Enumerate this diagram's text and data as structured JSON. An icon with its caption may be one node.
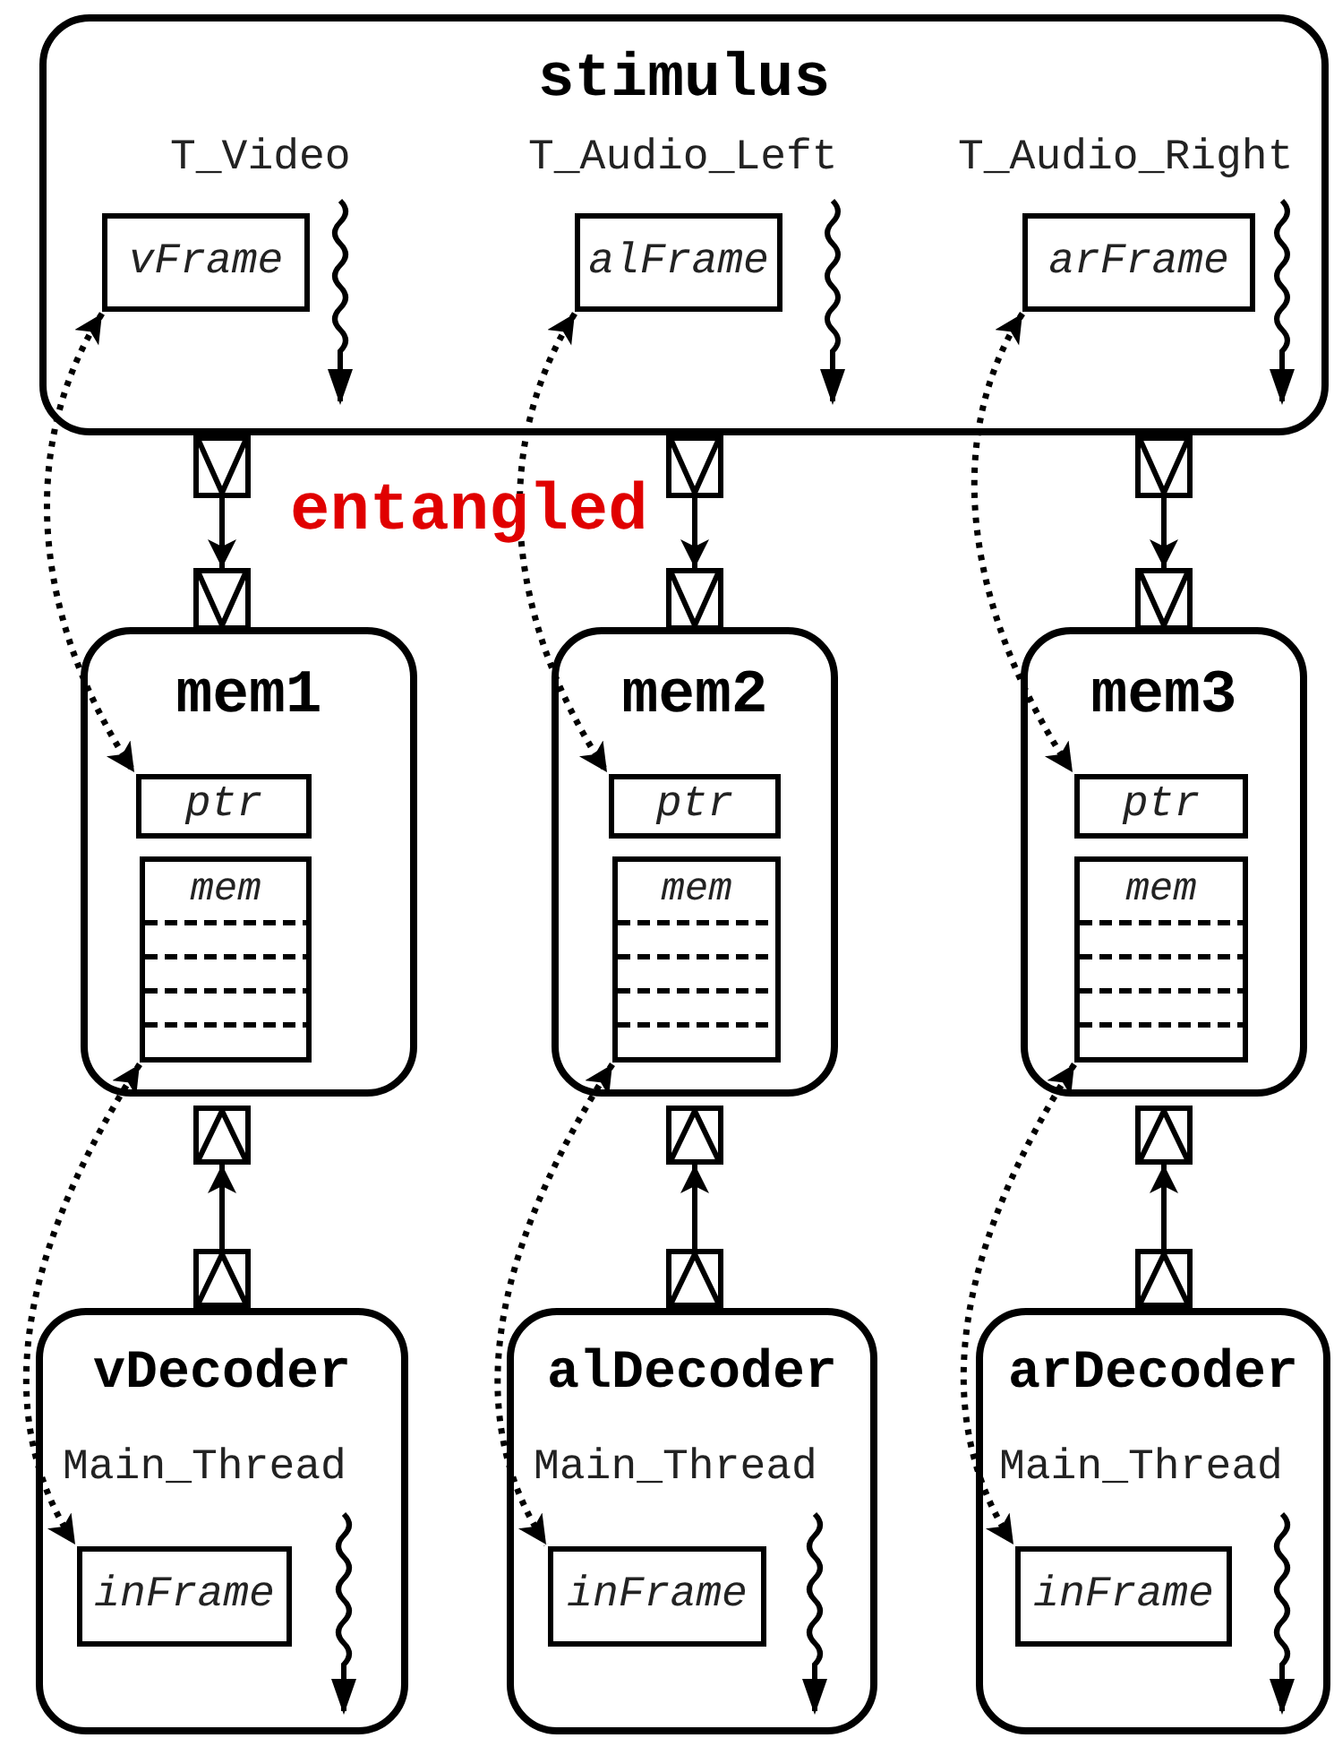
{
  "diagram": {
    "nodes": [
      {
        "text": [
          "stimulus"
        ]
      },
      {
        "text": [
          "vFrame"
        ],
        "in": 0,
        "beside": [
          "T_Video"
        ]
      },
      {
        "text": [
          "alFrame"
        ],
        "in": 0,
        "beside": [
          "T_Audio_Left"
        ]
      },
      {
        "text": [
          "arFrame"
        ],
        "in": 0,
        "beside": [
          "T_Audio_Right"
        ]
      },
      {
        "text": [
          "mem1"
        ]
      },
      {
        "text": [
          "ptr"
        ],
        "in": 4
      },
      {
        "text": [
          "mem"
        ],
        "in": 4
      },
      {
        "text": [
          "mem2"
        ]
      },
      {
        "text": [
          "ptr"
        ],
        "in": 7
      },
      {
        "text": [
          "mem"
        ],
        "in": 7
      },
      {
        "text": [
          "mem3"
        ]
      },
      {
        "text": [
          "ptr"
        ],
        "in": 10
      },
      {
        "text": [
          "mem"
        ],
        "in": 10
      },
      {
        "text": [
          "vDecoder"
        ]
      },
      {
        "text": [
          "inFrame"
        ],
        "in": 13,
        "beside": [
          "Main_Thread"
        ]
      },
      {
        "text": [
          "alDecoder"
        ]
      },
      {
        "text": [
          "inFrame"
        ],
        "in": 15,
        "beside": [
          "Main_Thread"
        ]
      },
      {
        "text": [
          "arDecoder"
        ]
      },
      {
        "text": [
          "inFrame"
        ],
        "in": 17,
        "beside": [
          "Main_Thread"
        ]
      },
      {
        "text": [],
        "shape": "box"
      },
      {
        "text": [],
        "shape": "box"
      },
      {
        "text": [],
        "shape": "box"
      },
      {
        "text": [],
        "shape": "box"
      },
      {
        "text": [],
        "shape": "box"
      },
      {
        "text": [],
        "shape": "box"
      },
      {
        "text": [],
        "shape": "box"
      },
      {
        "text": [],
        "shape": "box"
      },
      {
        "text": [],
        "shape": "box"
      },
      {
        "text": [],
        "shape": "box"
      },
      {
        "text": [],
        "shape": "box"
      },
      {
        "text": [],
        "shape": "box"
      }
    ],
    "edges": [
      {
        "from": 19,
        "to": 22,
        "arrow": "to"
      },
      {
        "from": 20,
        "to": 23,
        "arrow": "to"
      },
      {
        "from": 21,
        "to": 24,
        "arrow": "to"
      },
      {
        "from": 28,
        "to": 25,
        "arrow": "to"
      },
      {
        "from": 29,
        "to": 26,
        "arrow": "to"
      },
      {
        "from": 30,
        "to": 27,
        "arrow": "to"
      },
      {
        "from": 1,
        "to": 5,
        "arrow": "both",
        "style": "dashed"
      },
      {
        "from": 2,
        "to": 8,
        "arrow": "both",
        "style": "dashed"
      },
      {
        "from": 3,
        "to": 11,
        "arrow": "both",
        "style": "dashed"
      },
      {
        "from": 6,
        "to": 14,
        "arrow": "both",
        "style": "dashed"
      },
      {
        "from": 9,
        "to": 16,
        "arrow": "both",
        "style": "dashed"
      },
      {
        "from": 12,
        "to": 18,
        "arrow": "both",
        "style": "dashed"
      }
    ],
    "labels": [
      "entangled"
    ]
  }
}
